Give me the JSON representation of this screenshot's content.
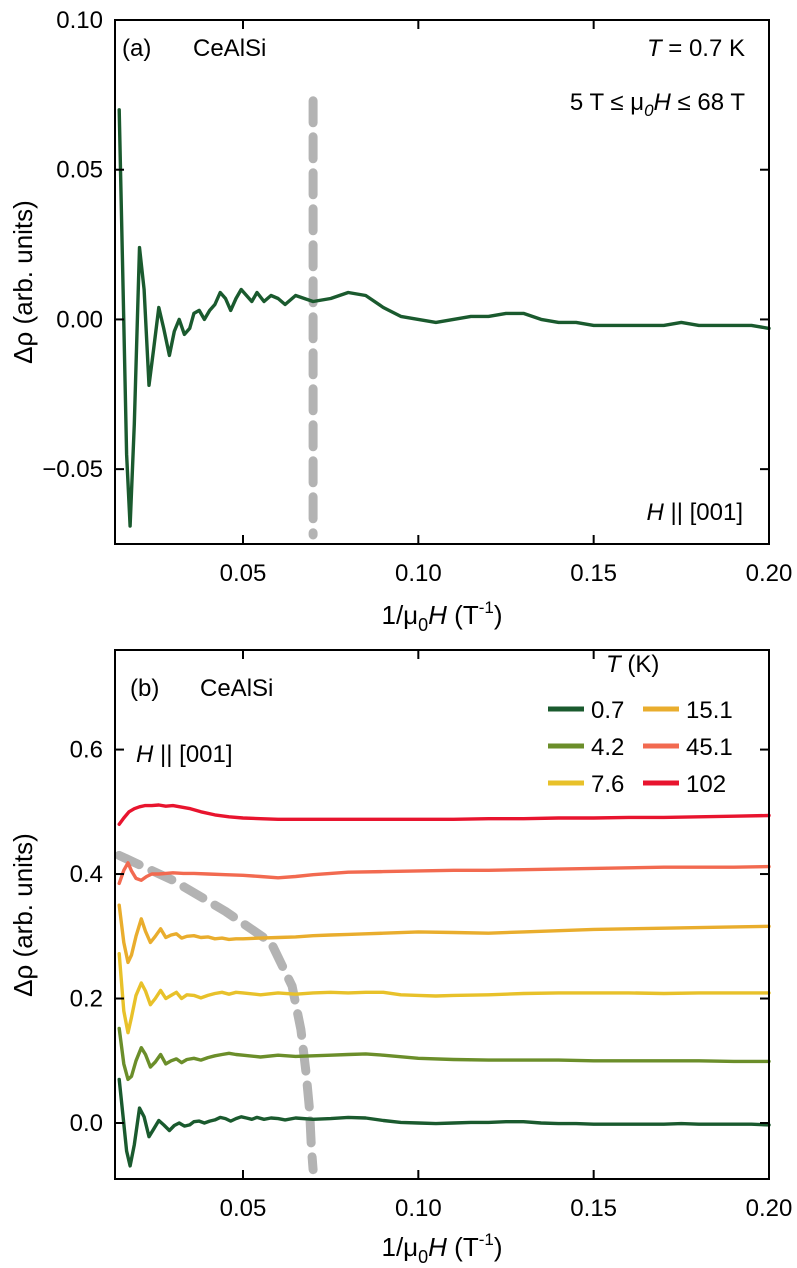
{
  "chart_data": [
    {
      "type": "line",
      "panel_label": "(a)",
      "material": "CeAlSi",
      "annotations": {
        "temperature_var": "T",
        "temperature_rest": " = 0.7 K",
        "field_range_pre": "5 T ≤ μ",
        "field_range_sub": "0",
        "field_range_var": "H",
        "field_range_post": " ≤ 68 T",
        "orientation_var": "H",
        "orientation_rest": " || [001]"
      },
      "xlabel": {
        "pre": "1/μ",
        "sub": "0",
        "var": "H",
        "unit_pre": " (T",
        "unit_sup": "-1",
        "unit_post": ")"
      },
      "ylabel": "Δρ (arb. units)",
      "xlim": [
        0.0135,
        0.2
      ],
      "ylim": [
        -0.075,
        0.1
      ],
      "xticks": [
        {
          "value": 0.05,
          "label": "0.05"
        },
        {
          "value": 0.1,
          "label": "0.10"
        },
        {
          "value": 0.15,
          "label": "0.15"
        },
        {
          "value": 0.2,
          "label": "0.20"
        }
      ],
      "yticks": [
        {
          "value": -0.05,
          "label": "−0.05"
        },
        {
          "value": 0,
          "label": "0.00"
        },
        {
          "value": 0.05,
          "label": "0.05"
        },
        {
          "value": 0.1,
          "label": "0.10"
        }
      ],
      "dashed_guide": {
        "color": "#b3b3b3",
        "x": [
          0.07,
          0.07
        ],
        "y": [
          0.073,
          -0.072
        ]
      },
      "series": [
        {
          "color": "#1a5a2e",
          "x": [
            0.0147,
            0.0158,
            0.0168,
            0.0178,
            0.019,
            0.0205,
            0.0218,
            0.0232,
            0.0245,
            0.026,
            0.0274,
            0.029,
            0.0304,
            0.0318,
            0.0333,
            0.0348,
            0.036,
            0.0375,
            0.039,
            0.0405,
            0.042,
            0.0435,
            0.045,
            0.0465,
            0.048,
            0.0495,
            0.051,
            0.0525,
            0.054,
            0.056,
            0.058,
            0.06,
            0.062,
            0.065,
            0.07,
            0.075,
            0.08,
            0.085,
            0.09,
            0.095,
            0.1,
            0.105,
            0.11,
            0.115,
            0.12,
            0.125,
            0.13,
            0.135,
            0.14,
            0.145,
            0.15,
            0.155,
            0.16,
            0.165,
            0.17,
            0.175,
            0.18,
            0.185,
            0.19,
            0.195,
            0.2
          ],
          "y": [
            0.07,
            0.01,
            -0.045,
            -0.069,
            -0.035,
            0.024,
            0.01,
            -0.022,
            -0.01,
            0.004,
            -0.003,
            -0.012,
            -0.004,
            0.0,
            -0.005,
            -0.003,
            0.002,
            0.003,
            0.0,
            0.003,
            0.005,
            0.009,
            0.007,
            0.003,
            0.007,
            0.01,
            0.008,
            0.006,
            0.009,
            0.006,
            0.008,
            0.007,
            0.005,
            0.008,
            0.006,
            0.007,
            0.009,
            0.008,
            0.004,
            0.001,
            0.0,
            -0.001,
            0.0,
            0.001,
            0.001,
            0.002,
            0.002,
            0.0,
            -0.001,
            -0.001,
            -0.002,
            -0.002,
            -0.002,
            -0.002,
            -0.002,
            -0.001,
            -0.002,
            -0.002,
            -0.002,
            -0.002,
            -0.003
          ]
        }
      ]
    },
    {
      "type": "line",
      "panel_label": "(b)",
      "material": "CeAlSi",
      "annotations": {
        "orientation_var": "H",
        "orientation_rest": " || [001]"
      },
      "legend_title": {
        "var": "T",
        "rest": " (K)"
      },
      "legend_position": "top-right",
      "xlabel": {
        "pre": "1/μ",
        "sub": "0",
        "var": "H",
        "unit_pre": " (T",
        "unit_sup": "-1",
        "unit_post": ")"
      },
      "ylabel": "Δρ (arb. units)",
      "xlim": [
        0.0135,
        0.2
      ],
      "ylim": [
        -0.09,
        0.76
      ],
      "xticks": [
        {
          "value": 0.05,
          "label": "0.05"
        },
        {
          "value": 0.1,
          "label": "0.10"
        },
        {
          "value": 0.15,
          "label": "0.15"
        },
        {
          "value": 0.2,
          "label": "0.20"
        }
      ],
      "yticks": [
        {
          "value": 0,
          "label": "0.0"
        },
        {
          "value": 0.2,
          "label": "0.2"
        },
        {
          "value": 0.4,
          "label": "0.4"
        },
        {
          "value": 0.6,
          "label": "0.6"
        }
      ],
      "dashed_guide": {
        "color": "#b3b3b3",
        "x": [
          0.0147,
          0.03,
          0.045,
          0.058,
          0.064,
          0.0665,
          0.068,
          0.069,
          0.0695,
          0.07
        ],
        "y": [
          0.43,
          0.39,
          0.34,
          0.29,
          0.22,
          0.15,
          0.08,
          0.02,
          -0.04,
          -0.075
        ]
      },
      "series": [
        {
          "name": "0.7",
          "color": "#1a5a2e",
          "x": [
            0.0147,
            0.0158,
            0.0168,
            0.0178,
            0.019,
            0.0205,
            0.0218,
            0.0232,
            0.0245,
            0.026,
            0.0274,
            0.029,
            0.0304,
            0.0318,
            0.0333,
            0.0348,
            0.036,
            0.0375,
            0.039,
            0.0405,
            0.042,
            0.0435,
            0.045,
            0.0465,
            0.048,
            0.0495,
            0.051,
            0.0525,
            0.054,
            0.056,
            0.058,
            0.06,
            0.062,
            0.065,
            0.07,
            0.075,
            0.08,
            0.085,
            0.09,
            0.095,
            0.1,
            0.105,
            0.11,
            0.115,
            0.12,
            0.125,
            0.13,
            0.135,
            0.14,
            0.145,
            0.15,
            0.155,
            0.16,
            0.165,
            0.17,
            0.175,
            0.18,
            0.185,
            0.19,
            0.195,
            0.2
          ],
          "y": [
            0.07,
            0.01,
            -0.045,
            -0.069,
            -0.035,
            0.024,
            0.01,
            -0.022,
            -0.01,
            0.004,
            -0.003,
            -0.012,
            -0.004,
            0.0,
            -0.005,
            -0.003,
            0.002,
            0.003,
            0.0,
            0.003,
            0.005,
            0.009,
            0.007,
            0.003,
            0.007,
            0.01,
            0.008,
            0.006,
            0.009,
            0.006,
            0.008,
            0.007,
            0.005,
            0.008,
            0.006,
            0.007,
            0.009,
            0.008,
            0.004,
            0.001,
            0.0,
            -0.001,
            0.0,
            0.001,
            0.001,
            0.002,
            0.002,
            0.0,
            -0.001,
            -0.001,
            -0.002,
            -0.002,
            -0.002,
            -0.002,
            -0.002,
            -0.001,
            -0.002,
            -0.002,
            -0.002,
            -0.002,
            -0.003
          ]
        },
        {
          "name": "4.2",
          "color": "#6b8e2a",
          "x": [
            0.0147,
            0.016,
            0.0172,
            0.0182,
            0.0195,
            0.021,
            0.0222,
            0.0236,
            0.025,
            0.0265,
            0.028,
            0.0295,
            0.031,
            0.0325,
            0.034,
            0.036,
            0.038,
            0.04,
            0.042,
            0.044,
            0.046,
            0.048,
            0.05,
            0.055,
            0.06,
            0.065,
            0.07,
            0.075,
            0.08,
            0.085,
            0.09,
            0.1,
            0.11,
            0.12,
            0.13,
            0.14,
            0.15,
            0.16,
            0.17,
            0.18,
            0.19,
            0.2
          ],
          "y": [
            0.152,
            0.095,
            0.07,
            0.075,
            0.1,
            0.121,
            0.11,
            0.09,
            0.098,
            0.11,
            0.095,
            0.1,
            0.103,
            0.097,
            0.102,
            0.104,
            0.101,
            0.105,
            0.108,
            0.11,
            0.112,
            0.11,
            0.109,
            0.106,
            0.109,
            0.107,
            0.108,
            0.109,
            0.11,
            0.111,
            0.109,
            0.104,
            0.102,
            0.101,
            0.101,
            0.101,
            0.1,
            0.1,
            0.1,
            0.1,
            0.099,
            0.099
          ]
        },
        {
          "name": "7.6",
          "color": "#e8c12a",
          "x": [
            0.0147,
            0.016,
            0.0172,
            0.0182,
            0.0195,
            0.021,
            0.0222,
            0.0236,
            0.025,
            0.0265,
            0.028,
            0.0295,
            0.031,
            0.0325,
            0.034,
            0.036,
            0.038,
            0.04,
            0.042,
            0.044,
            0.046,
            0.048,
            0.05,
            0.055,
            0.06,
            0.065,
            0.07,
            0.075,
            0.08,
            0.085,
            0.09,
            0.095,
            0.1,
            0.105,
            0.11,
            0.12,
            0.13,
            0.14,
            0.15,
            0.16,
            0.17,
            0.18,
            0.19,
            0.2
          ],
          "y": [
            0.272,
            0.18,
            0.145,
            0.17,
            0.205,
            0.225,
            0.212,
            0.19,
            0.2,
            0.213,
            0.2,
            0.205,
            0.21,
            0.2,
            0.206,
            0.205,
            0.201,
            0.205,
            0.208,
            0.21,
            0.207,
            0.21,
            0.209,
            0.206,
            0.209,
            0.207,
            0.209,
            0.21,
            0.209,
            0.21,
            0.21,
            0.206,
            0.205,
            0.204,
            0.205,
            0.206,
            0.208,
            0.209,
            0.209,
            0.209,
            0.208,
            0.209,
            0.209,
            0.209
          ]
        },
        {
          "name": "15.1",
          "color": "#e9ad2d",
          "x": [
            0.0147,
            0.016,
            0.0172,
            0.0182,
            0.0195,
            0.021,
            0.0222,
            0.0236,
            0.025,
            0.0265,
            0.028,
            0.0295,
            0.031,
            0.0325,
            0.034,
            0.036,
            0.038,
            0.04,
            0.042,
            0.044,
            0.046,
            0.048,
            0.05,
            0.055,
            0.06,
            0.065,
            0.07,
            0.075,
            0.08,
            0.085,
            0.09,
            0.1,
            0.11,
            0.12,
            0.13,
            0.14,
            0.15,
            0.16,
            0.17,
            0.18,
            0.19,
            0.2
          ],
          "y": [
            0.35,
            0.29,
            0.258,
            0.27,
            0.3,
            0.328,
            0.308,
            0.29,
            0.3,
            0.312,
            0.298,
            0.302,
            0.304,
            0.297,
            0.3,
            0.301,
            0.298,
            0.299,
            0.296,
            0.297,
            0.295,
            0.296,
            0.296,
            0.297,
            0.298,
            0.299,
            0.301,
            0.302,
            0.303,
            0.304,
            0.305,
            0.307,
            0.306,
            0.305,
            0.307,
            0.309,
            0.311,
            0.312,
            0.313,
            0.314,
            0.315,
            0.316
          ]
        },
        {
          "name": "45.1",
          "color": "#f26a50",
          "x": [
            0.0147,
            0.016,
            0.0172,
            0.0182,
            0.0195,
            0.021,
            0.0225,
            0.024,
            0.026,
            0.028,
            0.03,
            0.033,
            0.036,
            0.04,
            0.045,
            0.05,
            0.055,
            0.06,
            0.065,
            0.07,
            0.075,
            0.08,
            0.09,
            0.1,
            0.11,
            0.12,
            0.13,
            0.14,
            0.15,
            0.16,
            0.17,
            0.18,
            0.19,
            0.2
          ],
          "y": [
            0.385,
            0.406,
            0.418,
            0.405,
            0.393,
            0.39,
            0.396,
            0.4,
            0.4,
            0.401,
            0.402,
            0.401,
            0.401,
            0.4,
            0.399,
            0.398,
            0.396,
            0.394,
            0.396,
            0.399,
            0.401,
            0.403,
            0.404,
            0.405,
            0.406,
            0.406,
            0.407,
            0.408,
            0.409,
            0.41,
            0.411,
            0.411,
            0.411,
            0.412
          ]
        },
        {
          "name": "102",
          "color": "#e8142e",
          "x": [
            0.0147,
            0.016,
            0.0175,
            0.019,
            0.0205,
            0.022,
            0.024,
            0.026,
            0.028,
            0.03,
            0.032,
            0.035,
            0.038,
            0.042,
            0.046,
            0.05,
            0.055,
            0.06,
            0.065,
            0.07,
            0.08,
            0.09,
            0.1,
            0.11,
            0.12,
            0.13,
            0.14,
            0.15,
            0.16,
            0.17,
            0.18,
            0.19,
            0.2
          ],
          "y": [
            0.48,
            0.49,
            0.5,
            0.505,
            0.508,
            0.51,
            0.51,
            0.511,
            0.509,
            0.51,
            0.508,
            0.505,
            0.5,
            0.495,
            0.492,
            0.49,
            0.489,
            0.488,
            0.488,
            0.488,
            0.488,
            0.488,
            0.488,
            0.488,
            0.489,
            0.489,
            0.49,
            0.49,
            0.491,
            0.491,
            0.492,
            0.493,
            0.494
          ]
        }
      ]
    }
  ]
}
